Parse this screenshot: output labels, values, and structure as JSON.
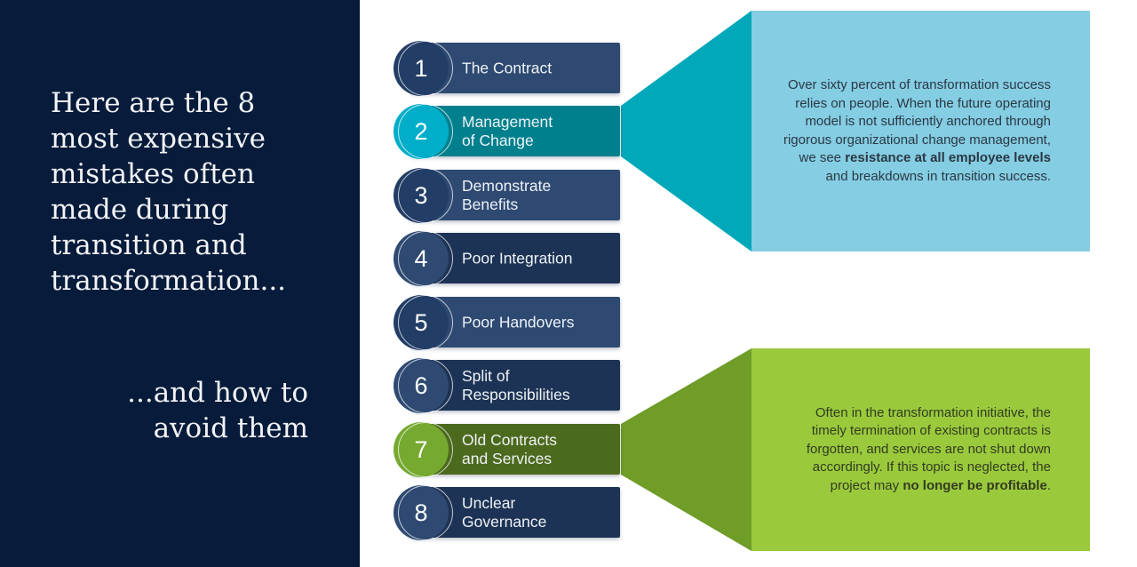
{
  "slide": {
    "headline_lines": [
      "Here are the 8",
      "most expensive",
      "mistakes often",
      "made during",
      "transition and",
      "transformation..."
    ],
    "subheadline_lines": [
      "...and how to",
      "avoid them"
    ]
  },
  "steps": [
    {
      "number": "1",
      "lines": [
        "The Contract"
      ]
    },
    {
      "number": "2",
      "lines": [
        "Management",
        "of Change"
      ]
    },
    {
      "number": "3",
      "lines": [
        "Demonstrate",
        "Benefits"
      ]
    },
    {
      "number": "4",
      "lines": [
        "Poor Integration"
      ]
    },
    {
      "number": "5",
      "lines": [
        "Poor Handovers"
      ]
    },
    {
      "number": "6",
      "lines": [
        "Split of",
        "Responsibilities"
      ]
    },
    {
      "number": "7",
      "lines": [
        "Old Contracts",
        "and Services"
      ]
    },
    {
      "number": "8",
      "lines": [
        "Unclear",
        "Governance"
      ]
    }
  ],
  "callouts": [
    {
      "target_step": "2",
      "text_pre": "Over sixty percent of transformation success relies on people. When the future operating model is not sufficiently anchored through rigorous organizational change management, we see ",
      "text_bold": "resistance at all employee levels",
      "text_post": " and breakdowns in transition success."
    },
    {
      "target_step": "7",
      "text_pre": "Often in the transformation initiative, the timely termination of existing contracts is forgotten, and services are not shut down accordingly. If this topic is neglected, the project may ",
      "text_bold": "no longer be profitable",
      "text_post": "."
    }
  ],
  "colors": {
    "panel_navy": "#071b3a",
    "bar_navy_light": "#2e4a72",
    "bar_navy_dark": "#1d3355",
    "teal_bar": "#00808d",
    "teal_circle": "#00aec9",
    "teal_arrow": "#00a8ba",
    "blue_box": "#84cde3",
    "green_bar": "#4c6a1d",
    "green_circle": "#76a930",
    "green_arrow": "#6f9d28",
    "green_box": "#9aca3c"
  }
}
